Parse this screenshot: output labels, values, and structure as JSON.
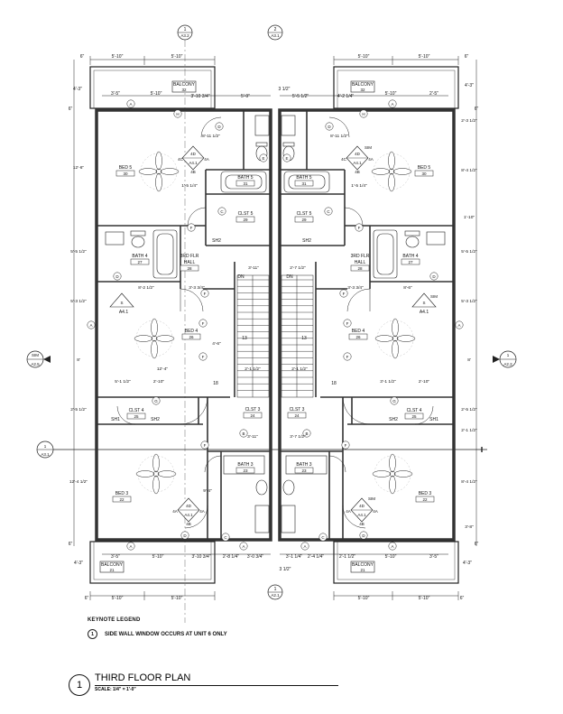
{
  "plan": {
    "title": "THIRD FLOOR PLAN",
    "number": "1",
    "scale": "SCALE: 1/4\" = 1'-0\"",
    "keynote_legend_title": "KEYNOTE LEGEND",
    "keynotes": [
      {
        "num": "1",
        "text": "SIDE WALL WINDOW OCCURS AT UNIT 6 ONLY"
      }
    ]
  },
  "grid_bubbles": {
    "top_left": {
      "num": "1",
      "sheet": "A3.2"
    },
    "top_right": {
      "num": "2",
      "sheet": "A3.1"
    },
    "left": {
      "num": "SIM",
      "sheet": "A2.5"
    },
    "right_mid": {
      "num": "1",
      "sheet": "A2.2"
    },
    "left_section": {
      "num": "1",
      "sheet": "A3.1"
    },
    "bottom": {
      "num": "1",
      "sheet": "A2.1"
    }
  },
  "rooms": {
    "balcony_top_l": {
      "name": "BALCONY",
      "num": "32"
    },
    "balcony_top_r": {
      "name": "BALCONY",
      "num": "32"
    },
    "balcony_bot_l": {
      "name": "BALCONY",
      "num": "21"
    },
    "balcony_bot_r": {
      "name": "BALCONY",
      "num": "21"
    },
    "bed5_l": {
      "name": "BED 5",
      "num": "30"
    },
    "bed5_r": {
      "name": "BED 5",
      "num": "30"
    },
    "bath5_l": {
      "name": "BATH 5",
      "num": "31"
    },
    "bath5_r": {
      "name": "BATH 5",
      "num": "31"
    },
    "clst5_l": {
      "name": "CLST 5",
      "num": "29"
    },
    "clst5_r": {
      "name": "CLST 5",
      "num": "29"
    },
    "bath4_l": {
      "name": "BATH 4",
      "num": "27"
    },
    "bath4_r": {
      "name": "BATH 4",
      "num": "27"
    },
    "hall_l": {
      "name": "3RD FLR",
      "name2": "HALL",
      "num": "28"
    },
    "hall_r": {
      "name": "3RD FLR",
      "name2": "HALL",
      "num": "28"
    },
    "bed4_l": {
      "name": "BED 4",
      "num": "26"
    },
    "bed4_r": {
      "name": "BED 4",
      "num": "26"
    },
    "clst4_l": {
      "name": "CLST 4",
      "num": "25"
    },
    "clst4_r": {
      "name": "CLST 4",
      "num": "25"
    },
    "clst3_l": {
      "name": "CLST 3",
      "num": "24"
    },
    "clst3_r": {
      "name": "CLST 3",
      "num": "24"
    },
    "bath3_l": {
      "name": "BATH 3",
      "num": "23"
    },
    "bath3_r": {
      "name": "BATH 3",
      "num": "23"
    },
    "bed3_l": {
      "name": "BED 3",
      "num": "22"
    },
    "bed3_r": {
      "name": "BED 3",
      "num": "22"
    }
  },
  "labels": {
    "sh2": "SH2",
    "sh1": "SH1",
    "dn": "DN",
    "sim": "SIM",
    "a41": "A4.1",
    "s": "S",
    "tag_4d": "4D",
    "tag_4c": "4C",
    "tag_4a": "4A",
    "tag_4b": "4B",
    "step13": "13",
    "step18": "18",
    "D": "D",
    "C": "C",
    "F": "F",
    "G": "G",
    "H": "H",
    "E": "E",
    "A": "A",
    "B": "B"
  },
  "dims": {
    "d_6": "6\"",
    "d_5_10": "5'-10\"",
    "d_4_3": "4'-3\"",
    "d_3_5": "3'-5\"",
    "d_3_10_34": "3'-10 3/4\"",
    "d_5_9": "5'-9\"",
    "d_3_12": "3 1/2\"",
    "d_5_5_12": "5'-5 1/2\"",
    "d_4_2_14": "4'-2 1/4\"",
    "d_2_5": "2'-5\"",
    "d_8_11_12": "8'-11 1/2\"",
    "d_12_6": "12'-6\"",
    "d_1_5_14": "1'-5 1/4\"",
    "d_2_3_12": "2'-3 1/2\"",
    "d_8_4_12": "8'-4 1/2\"",
    "d_1_10": "1'-10\"",
    "d_5_5_12b": "5'-5 1/2\"",
    "d_3_11": "3'-11\"",
    "d_2_7_12": "2'-7 1/2\"",
    "d_5_3_12": "5'-3 1/2\"",
    "d_8_2_12": "8'-2 1/2\"",
    "d_3_3_34": "3'-3 3/4\"",
    "d_8_6": "8'-6\"",
    "d_4_6": "4'-6\"",
    "d_8": "8'",
    "d_12_4": "12'-4\"",
    "d_2_1_12": "2'-1 1/2\"",
    "d_5_1_12": "5'-1 1/2\"",
    "d_2_10": "2'-10\"",
    "d_3_1_12": "3'-1 1/2\"",
    "d_2_5_12": "2'-5 1/2\"",
    "d_3_11b": "3'-11\"",
    "d_3_7_12": "3'-7 1/2\"",
    "d_9_4": "9'-4\"",
    "d_12_4_12": "12'-4 1/2\"",
    "d_3_8": "3'-8\"",
    "d_2_8_14": "2'-8 1/4\"",
    "d_3_0_34": "3'-0 3/4\"",
    "d_3_1_14": "3'-1 1/4\"",
    "d_2_4_14": "2'-4 1/4\"",
    "d_2_1_12b": "2'-1 1/2\""
  },
  "colors": {
    "line": "#222222",
    "wall": "#3a3a3a",
    "background": "#ffffff"
  }
}
